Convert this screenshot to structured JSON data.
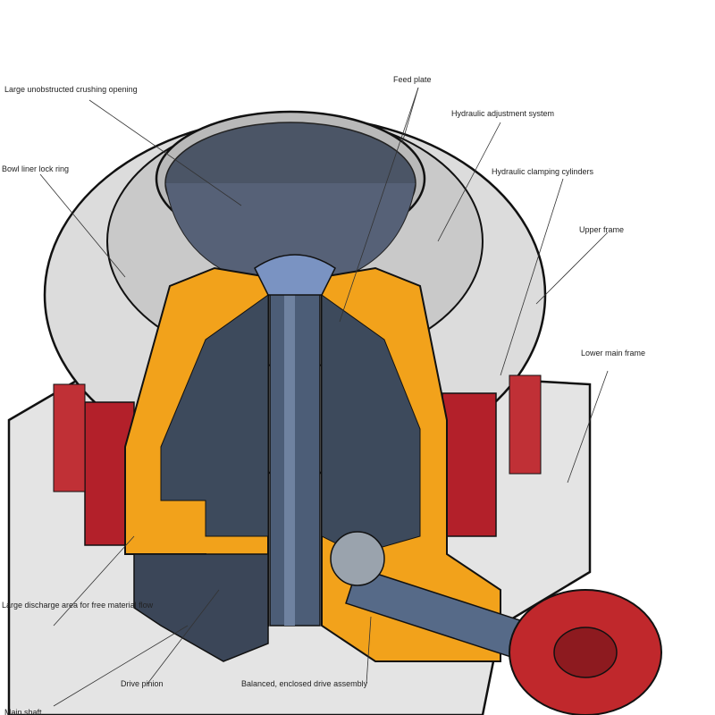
{
  "diagram": {
    "colors": {
      "housing": "#d9d9d9",
      "housing_shadow": "#9a9a9a",
      "bowl_interior": "#4b5566",
      "section_orange": "#f2a21b",
      "section_dark": "#3d4a5c",
      "hydraulic_red": "#b3202a",
      "pulley_red": "#c0282c",
      "outline": "#111111"
    },
    "labels": [
      {
        "id": "upper-left",
        "text": "Large unobstructed crushing opening"
      },
      {
        "id": "top-center",
        "text": "Feed plate"
      },
      {
        "id": "top-right-1",
        "text": "Hydraulic adjustment system"
      },
      {
        "id": "top-right-2",
        "text": "Hydraulic clamping cylinders"
      },
      {
        "id": "left-1",
        "text": "Bowl liner lock ring"
      },
      {
        "id": "right-1",
        "text": "Upper frame"
      },
      {
        "id": "right-2",
        "text": "Lower main frame"
      },
      {
        "id": "bottom-left-1",
        "text": "Large discharge area for free material flow"
      },
      {
        "id": "bottom-left-2",
        "text": "Main shaft"
      },
      {
        "id": "bottom-center-1",
        "text": "Drive pinion"
      },
      {
        "id": "bottom-center-2",
        "text": "Balanced, enclosed drive assembly"
      }
    ]
  }
}
